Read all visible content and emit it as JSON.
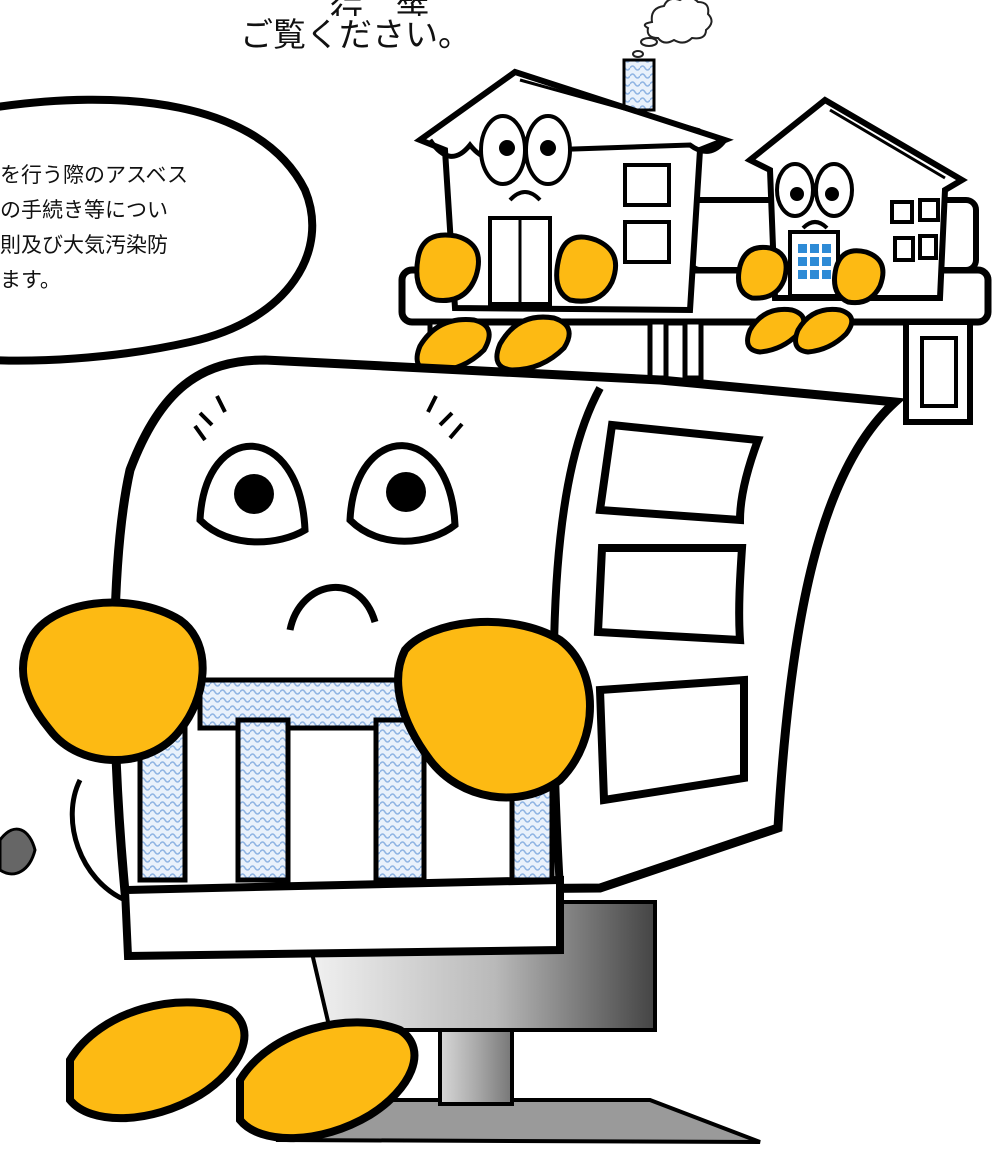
{
  "heading": {
    "line_top": "行　等",
    "line_main": "ご覧ください。"
  },
  "speech_bubble": {
    "lines": [
      "を行う際のアスベス",
      "の手続き等につい",
      "則及び大気汚染防",
      "ます。"
    ]
  },
  "colors": {
    "mitten": "#FDBA13",
    "outline": "#000000",
    "pattern": "#BCD4EE",
    "window": "#2E8BD6",
    "chair_grey": "#A9A9A9"
  },
  "icons": [
    "cloud-icon",
    "building-character-icon",
    "mitten-hand-icon",
    "barber-chair-icon"
  ]
}
